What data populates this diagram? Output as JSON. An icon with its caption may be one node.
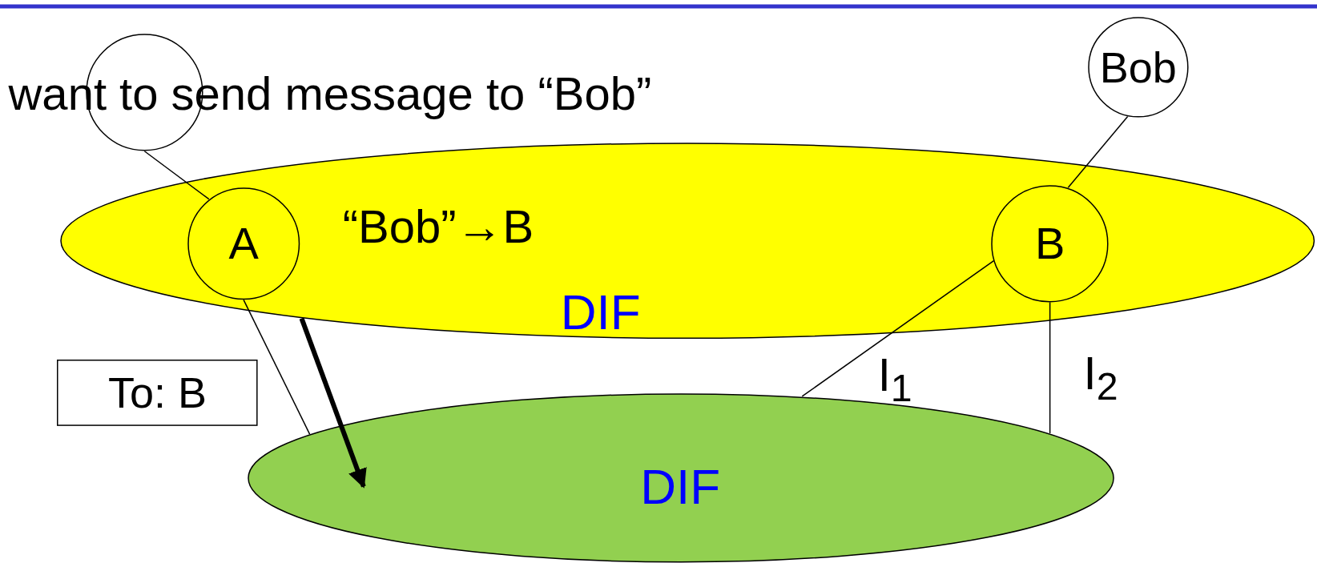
{
  "diagram": {
    "nodes": [
      {
        "text": [
          "DIF"
        ]
      },
      {
        "text": [
          "DIF"
        ]
      },
      {
        "text": [
          "A"
        ],
        "in": 0
      },
      {
        "text": [
          "B"
        ],
        "in": 0
      },
      {
        "text": [],
        "shape": "circle"
      },
      {
        "text": [
          "Bob"
        ]
      },
      {
        "text": [
          "To: B"
        ]
      }
    ],
    "edges": [
      {
        "from": 4,
        "to": 2,
        "arrow": "none"
      },
      {
        "from": 5,
        "to": 3,
        "arrow": "none"
      },
      {
        "from": 2,
        "to": 1,
        "arrow": "none"
      },
      {
        "from": 3,
        "to": 1,
        "arrow": "none"
      },
      {
        "from": 3,
        "to": 1,
        "arrow": "none"
      },
      {
        "from": 0,
        "to": 1,
        "arrow": "to",
        "style": "thick"
      }
    ],
    "labels": [
      "want to send message to “Bob”",
      "“Bob”→B",
      "I$_{1}$",
      "I$_{2}$"
    ]
  }
}
